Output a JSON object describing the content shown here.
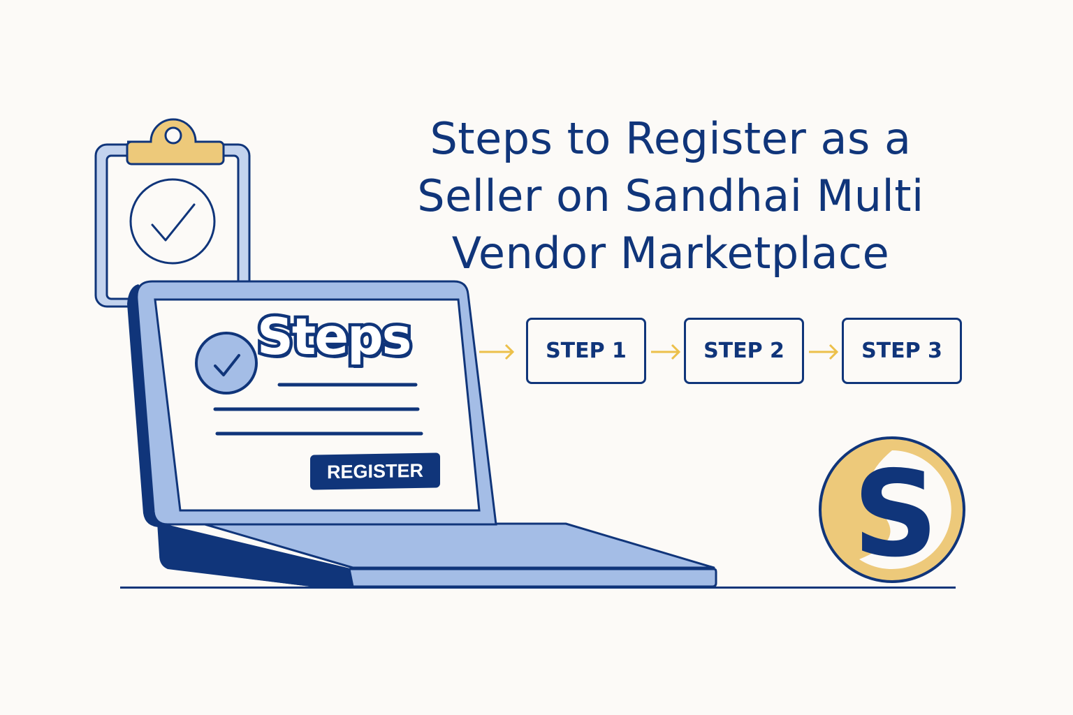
{
  "title": {
    "lines": [
      "Steps to Register as a",
      "Seller on Sandhai Multi",
      "Vendor Marketplace"
    ]
  },
  "laptop_screen": {
    "heading": "Steps",
    "register_button": "REGISTER"
  },
  "steps": [
    {
      "label": "STEP 1"
    },
    {
      "label": "STEP 2"
    },
    {
      "label": "STEP 3"
    }
  ],
  "logo": {
    "letter": "S"
  },
  "icons": [
    "clipboard-check-icon",
    "check-circle-icon",
    "arrow-right-icon",
    "brand-s-logo"
  ],
  "colors": {
    "navy": "#10357a",
    "light_blue": "#a4bde6",
    "pale_blue": "#c3d3ee",
    "gold": "#edc97a",
    "arrow_gold": "#ecc04a",
    "background": "#fcfaf7"
  }
}
